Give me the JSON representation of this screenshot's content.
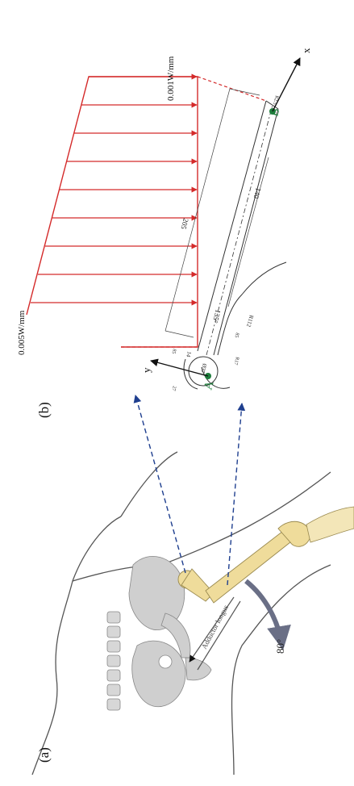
{
  "panels": {
    "a": {
      "label": "(a)",
      "muscle_label": "Adductor longus",
      "angle_label": "80°"
    },
    "b": {
      "label": "(b)",
      "load_top": "0.005W/mm",
      "load_bottom": "0.001W/mm",
      "point_a": "A",
      "point_b": "B",
      "axis_x": "x",
      "axis_y": "y",
      "dims": {
        "length_total": "205",
        "length_shaft": "140",
        "neck_angle": "135°",
        "fillet_radius": "R112",
        "head_dia": "Ø37",
        "d1": "14",
        "d2": "85",
        "d3": "85",
        "d4": "R17",
        "d5": "27",
        "d6": "R2.5"
      }
    }
  },
  "colors": {
    "load": "#d42a2a",
    "points": "#1e7d3c",
    "arrows_dashed": "#1f3f8f",
    "bone": "#efdc9b",
    "pelvis": "#cfcfcf"
  }
}
